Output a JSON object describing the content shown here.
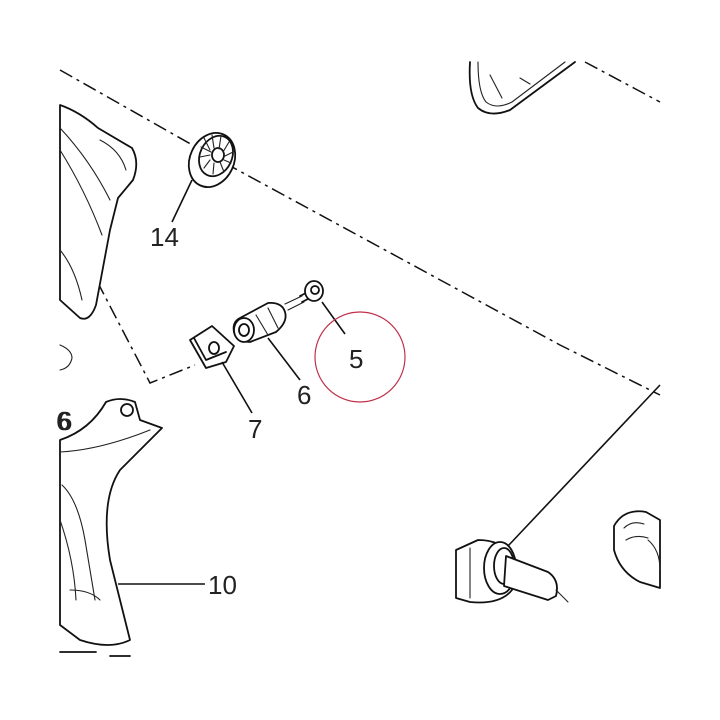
{
  "diagram": {
    "highlight_color": "#c0304a",
    "line_color": "#111111",
    "callouts": [
      {
        "id": "14",
        "label": "14"
      },
      {
        "id": "5",
        "label": "5"
      },
      {
        "id": "6",
        "label": "6"
      },
      {
        "id": "7",
        "label": "7"
      },
      {
        "id": "6b",
        "label": "6"
      },
      {
        "id": "10",
        "label": "10"
      }
    ],
    "selected_callout": "5"
  }
}
